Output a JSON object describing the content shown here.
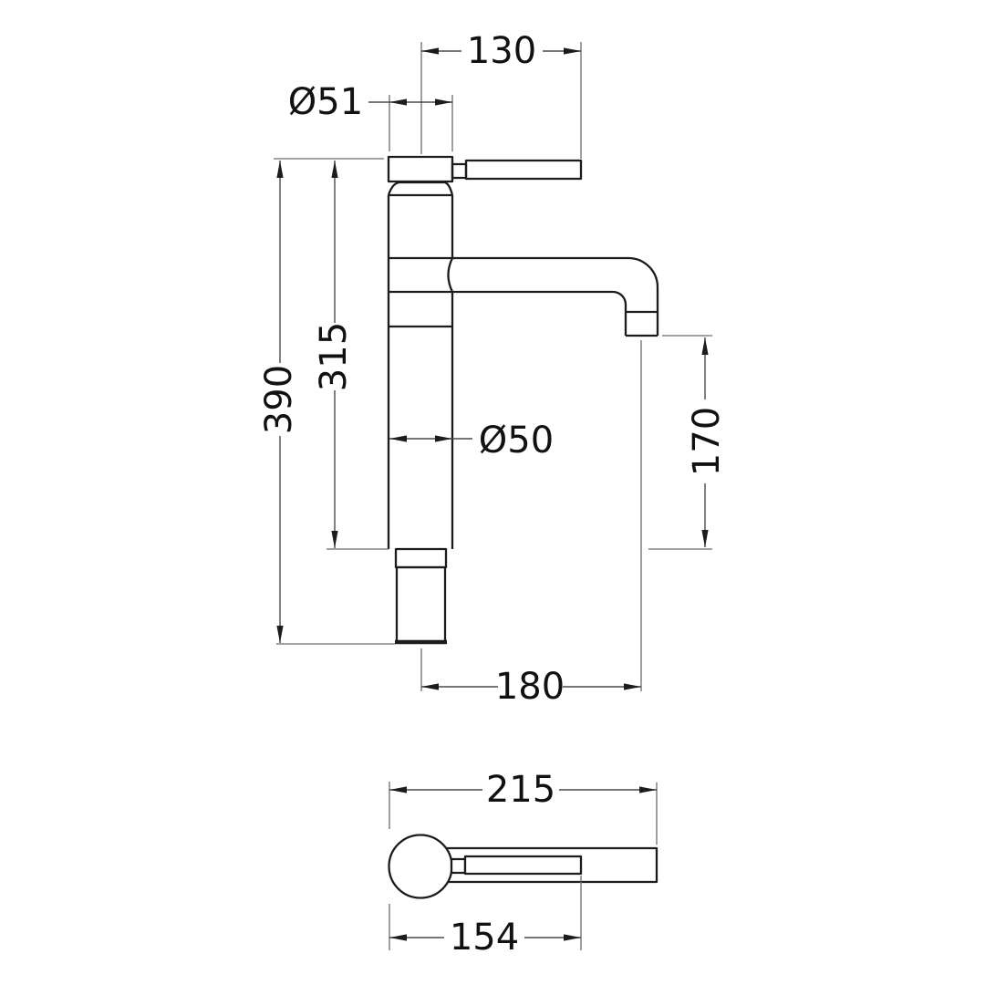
{
  "drawing": {
    "background_color": "#ffffff",
    "outline_color": "#1c1c1c",
    "dimension_line_color": "#4a4a4a",
    "text_color": "#111111"
  },
  "dimensions": {
    "front": {
      "handle_reach": "130",
      "cap_diameter": "Ø51",
      "overall_height": "390",
      "body_height": "315",
      "body_diameter": "Ø50",
      "spout_clearance": "170",
      "spout_reach": "180"
    },
    "plan": {
      "overall_projection": "215",
      "handle_length": "154"
    }
  }
}
